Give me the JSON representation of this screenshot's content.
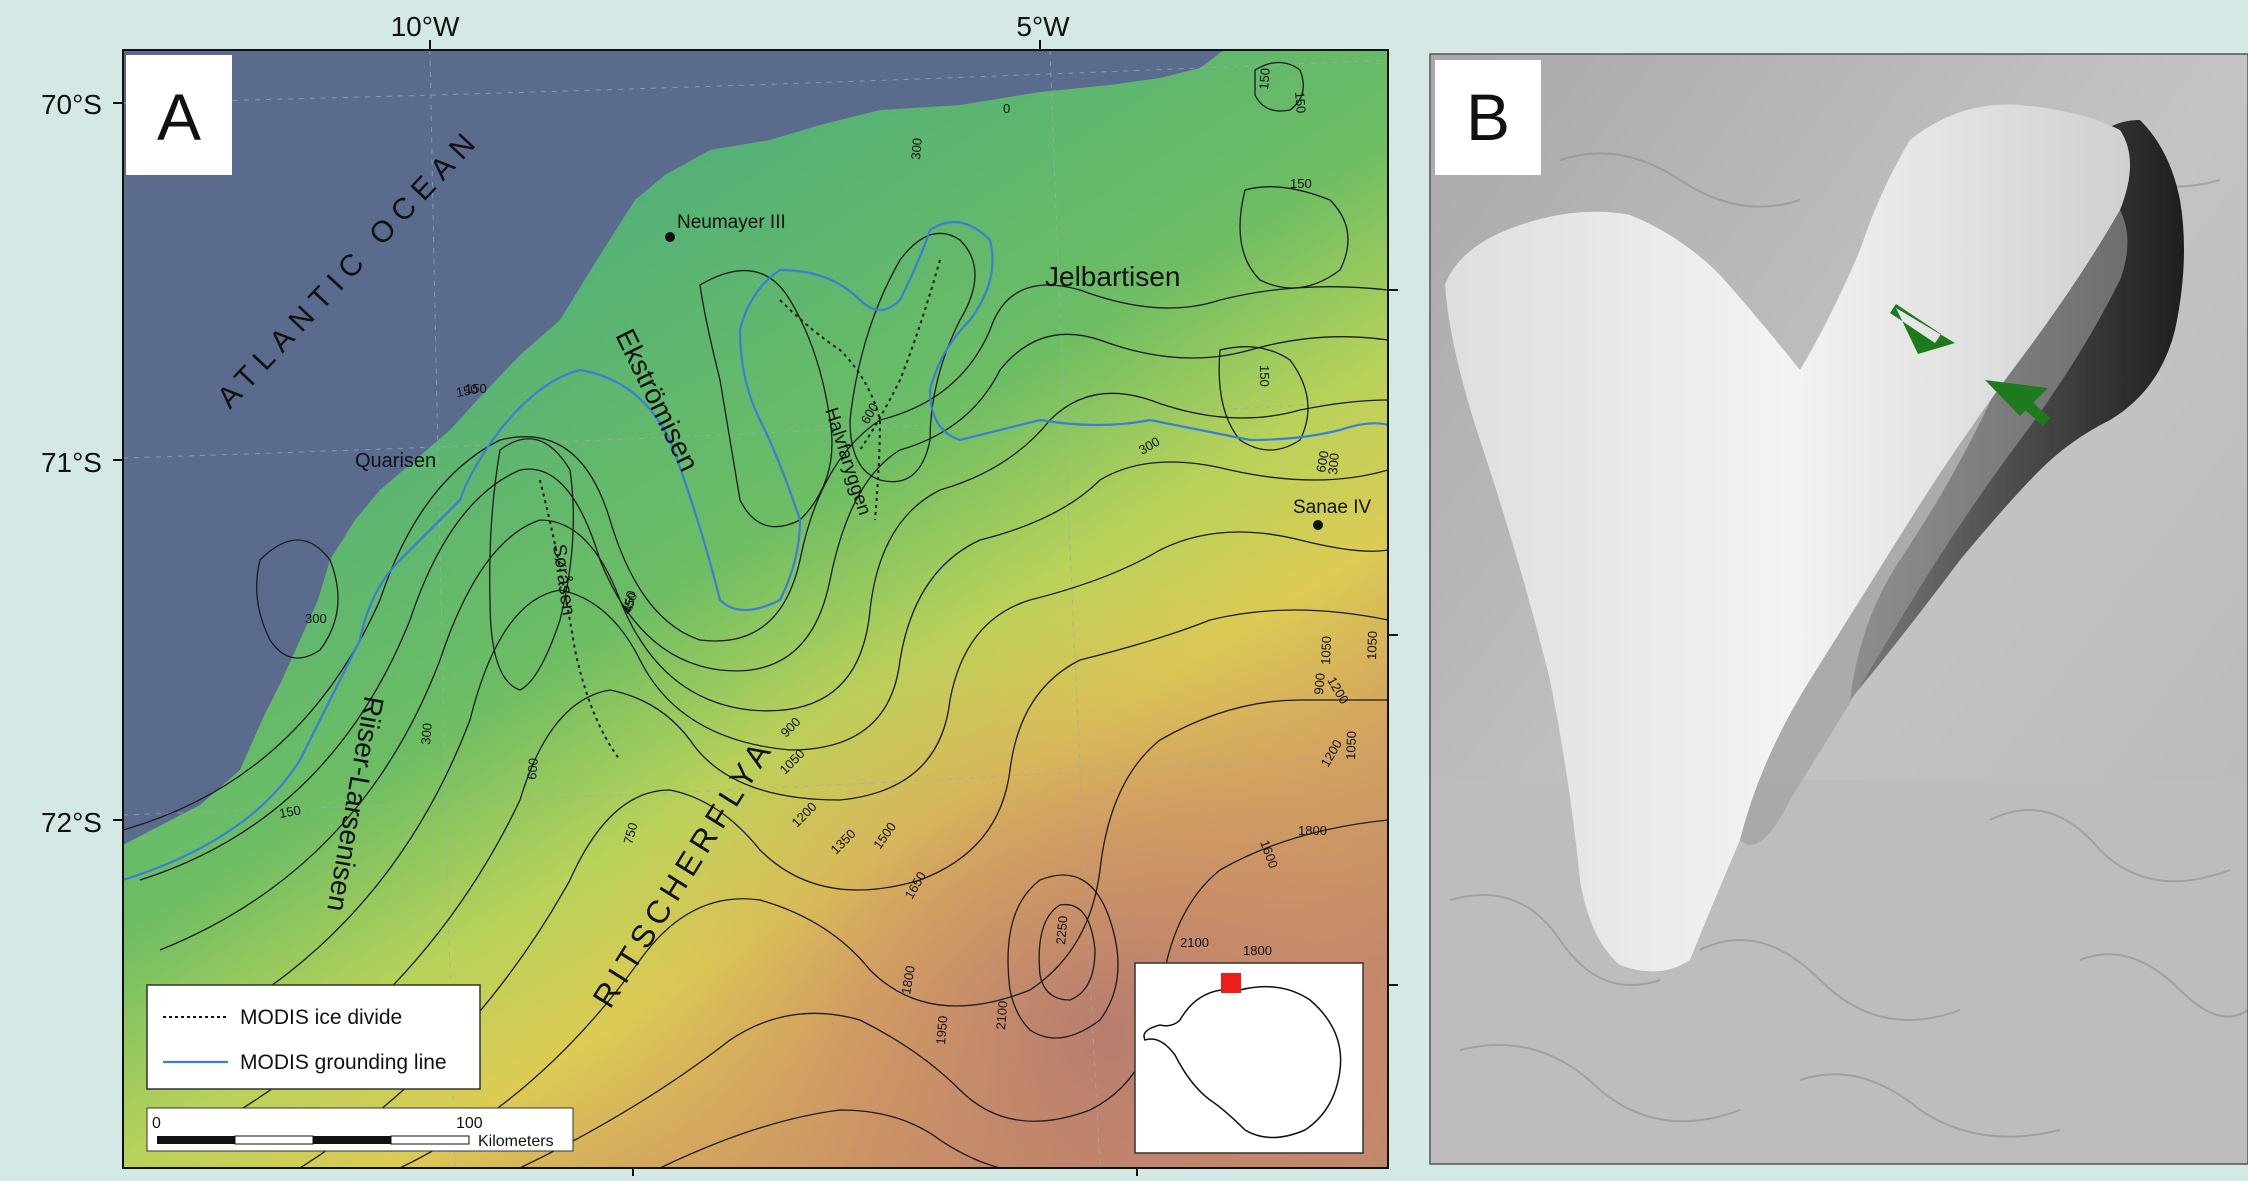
{
  "figure": {
    "panel_a": {
      "panel_label": "A",
      "lon_labels": [
        "10°W",
        "5°W"
      ],
      "lat_labels": [
        "70°S",
        "71°S",
        "72°S"
      ],
      "ocean_label": "ATLANTIC OCEAN",
      "place_labels": {
        "neumayer": "Neumayer III",
        "jelbartisen": "Jelbartisen",
        "ekstromisen": "Ekströmisen",
        "quarisen": "Quarisen",
        "halvfaryggen": "Halvfaryggen",
        "sorasen": "Søråsen",
        "sanae": "Sanae IV",
        "riiser_larsenisen": "Riiser-Larsenisen",
        "ritscherflya": "RITSCHERFLYA"
      },
      "contour_labels": [
        "0",
        "150",
        "300",
        "450",
        "600",
        "750",
        "900",
        "1050",
        "1200",
        "1350",
        "1500",
        "1650",
        "1800",
        "1950",
        "2100",
        "2250",
        "150",
        "300",
        "450",
        "600",
        "600",
        "900",
        "1050",
        "1200",
        "1050",
        "1800",
        "1600",
        "2100",
        "1800",
        "150",
        "150",
        "300",
        "150",
        "300",
        "300",
        "150",
        "150",
        "1050",
        "1200"
      ],
      "legend": {
        "ice_divide": "MODIS ice divide",
        "grounding_line": "MODIS grounding line"
      },
      "scale_bar": {
        "zero": "0",
        "hundred": "100",
        "unit": "Kilometers"
      },
      "colors": {
        "ocean": "#5b6b8e",
        "low_ice": "#5fb07a",
        "mid_ice": "#d7cf55",
        "high_ice": "#bd7a6e",
        "grounding_line": "#3a7fd5",
        "ice_station": "#111111"
      }
    },
    "panel_b": {
      "panel_label": "B",
      "arrow_color": "#1d7a1d"
    }
  }
}
